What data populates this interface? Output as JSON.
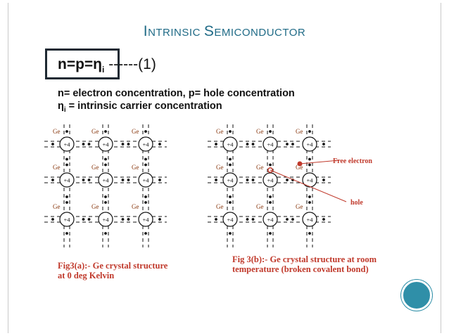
{
  "slide": {
    "title_first1": "I",
    "title_rest1": "NTRINSIC",
    "title_first2": "S",
    "title_rest2": "EMICONDUCTOR",
    "equation": "n=p=η",
    "equation_sub": "i",
    "equation_suffix": " ------(1)",
    "definition_line1": "n= electron concentration, p= hole concentration",
    "definition_line2_main": "η",
    "definition_line2_sub": "i",
    "definition_line2_rest": "  = intrinsic carrier concentration",
    "colors": {
      "title": "#1f6a86",
      "caption": "#c0392b",
      "accent_circle": "#2f8fa8"
    }
  },
  "figures": {
    "atom_label": "Ge",
    "core_charge": "+4",
    "fig_a_caption_line1": "Fig3(a):- Ge crystal structure",
    "fig_a_caption_line2": "at 0 deg Kelvin",
    "fig_b_caption_line1": "Fig 3(b):- Ge crystal structure at room",
    "fig_b_caption_line2": "temperature (broken covalent bond)",
    "free_electron_label": "Free electron",
    "hole_label": "hole"
  }
}
